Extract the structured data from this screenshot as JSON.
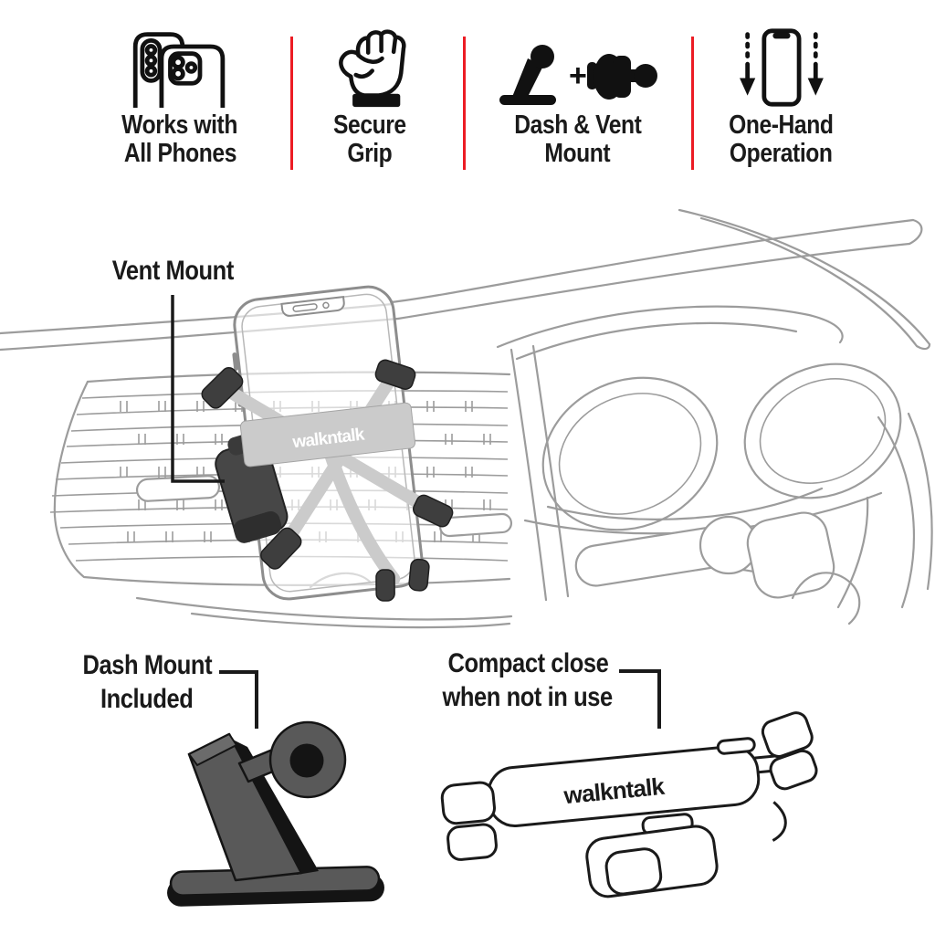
{
  "brand": "walkntalk",
  "features": [
    {
      "icon": "phones-icon",
      "line1": "Works with",
      "line2": "All Phones"
    },
    {
      "icon": "fist-icon",
      "line1": "Secure",
      "line2": "Grip"
    },
    {
      "icon": "dash-vent-icons",
      "line1": "Dash & Vent",
      "line2": "Mount",
      "plus": "+"
    },
    {
      "icon": "one-hand-icon",
      "line1": "One-Hand",
      "line2": "Operation"
    }
  ],
  "annotations": {
    "vent_mount": "Vent Mount",
    "dash_mount": {
      "line1": "Dash Mount",
      "line2": "Included"
    },
    "compact": {
      "line1": "Compact close",
      "line2": "when not in use"
    }
  },
  "product": {
    "cradle_brand": "walkntalk",
    "closed_brand": "walkntalk"
  },
  "colors": {
    "divider_red": "#EC1C24",
    "label_black": "#1a1a1a",
    "art_gray": "#9c9c9c",
    "cradle_gray": "#cbcbcb",
    "clip_dark": "#3e3e3e",
    "mount_gray": "#595959",
    "mount_shadow": "#141414"
  }
}
